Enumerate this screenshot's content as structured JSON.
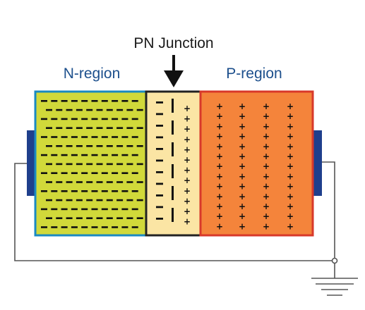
{
  "title": "PN Junction",
  "regions": {
    "n": {
      "label": "N-region",
      "fill": "#d1d93a",
      "border": "#1a8ac2",
      "charge": "-"
    },
    "depletion": {
      "fill": "#fbe5a4",
      "border": "#222222"
    },
    "p": {
      "label": "P-region",
      "fill": "#f4843b",
      "border": "#d8392a",
      "charge": "+"
    }
  },
  "colors": {
    "label": "#1c4f8c",
    "contact": "#1f3f8c",
    "wire": "#555555"
  },
  "icons": [
    "arrow-down-icon",
    "ground-symbol-icon"
  ]
}
